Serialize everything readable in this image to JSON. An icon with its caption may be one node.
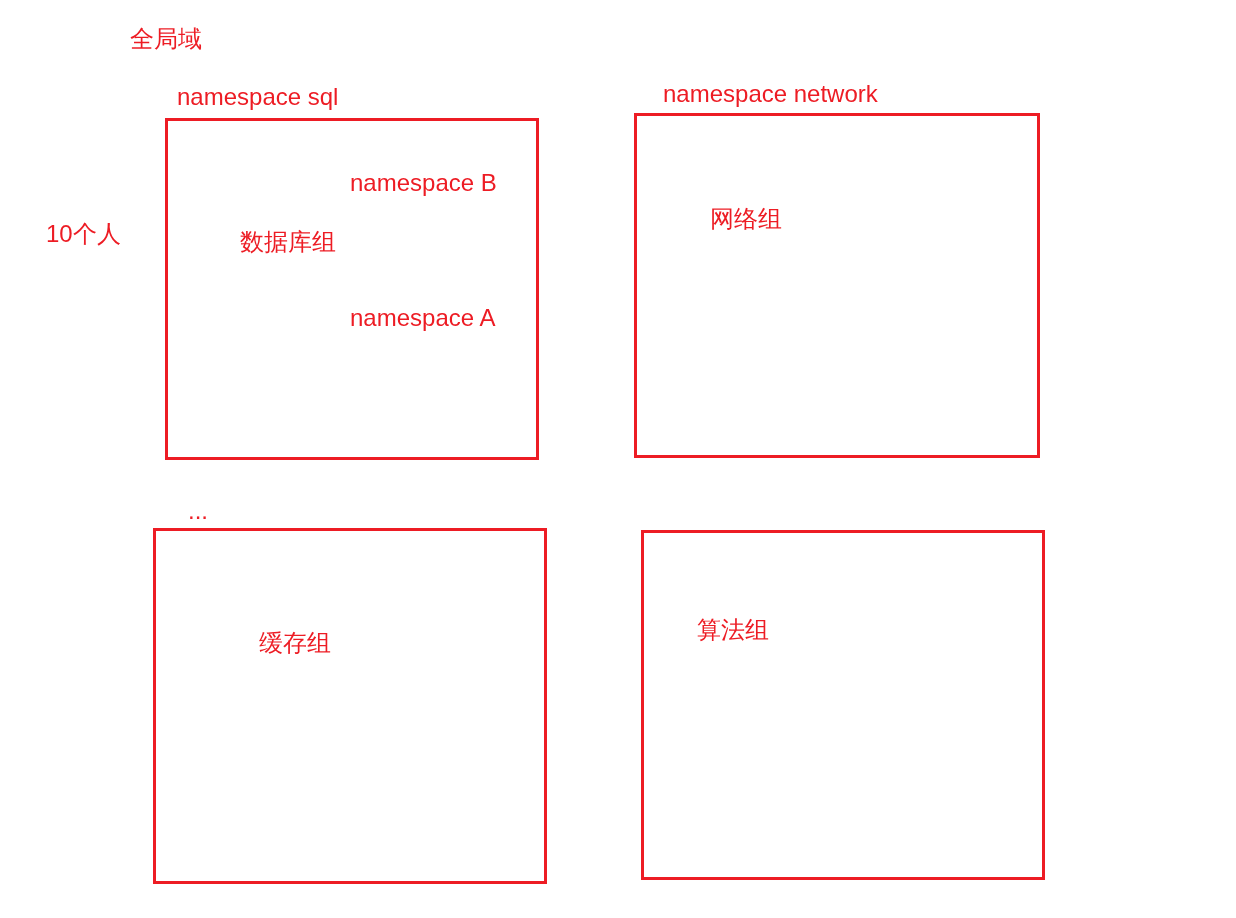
{
  "diagram": {
    "nodes": [
      {
        "text": [
          "namespace sql",
          "namespace B",
          "数据库组",
          "namespace A"
        ]
      },
      {
        "text": [
          "namespace network",
          "网络组"
        ]
      },
      {
        "text": [
          "...",
          "缓存组"
        ]
      },
      {
        "text": [
          "算法组"
        ]
      }
    ],
    "labels": [
      "全局域",
      "10个人"
    ]
  }
}
